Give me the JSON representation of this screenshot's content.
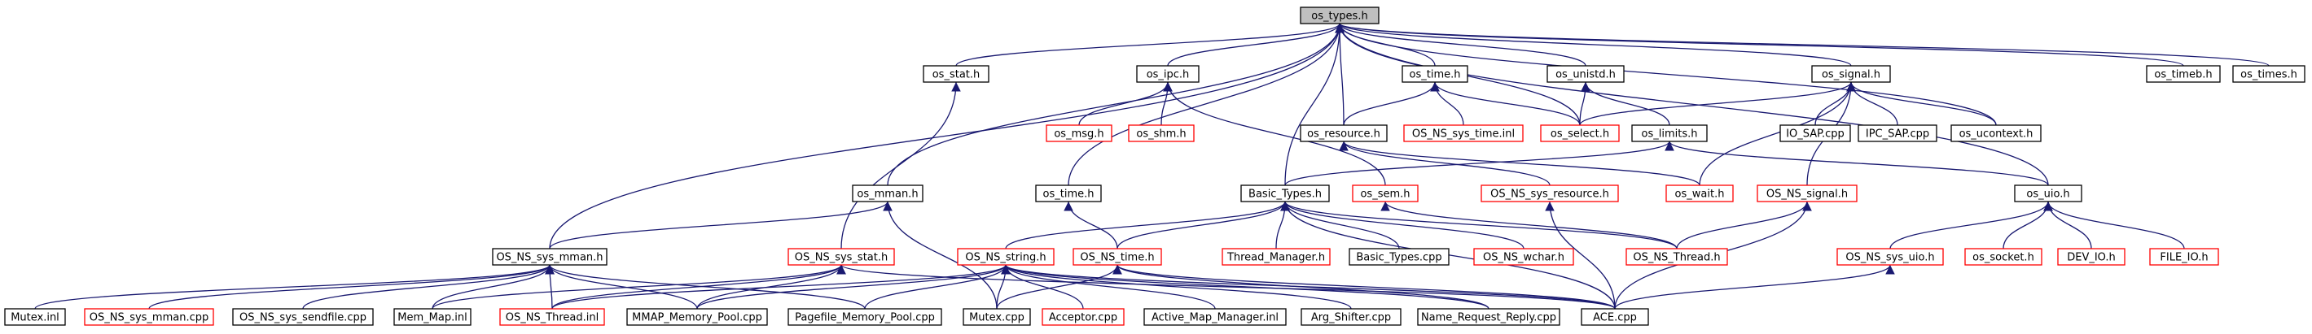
{
  "colors": {
    "background": "#ffffff",
    "edge": "#191970",
    "node_border_normal": "#000000",
    "node_border_linked": "#ff0000",
    "node_fill_normal": "#ffffff",
    "node_fill_root": "#bfbfbf"
  },
  "nodes": [
    {
      "id": "os_types_h",
      "label": "os_types.h",
      "kind": "root"
    },
    {
      "id": "os_stat_h",
      "label": "os_stat.h",
      "kind": "normal"
    },
    {
      "id": "os_ipc_h",
      "label": "os_ipc.h",
      "kind": "normal"
    },
    {
      "id": "os_time_h",
      "label": "os_time.h",
      "kind": "normal"
    },
    {
      "id": "os_unistd_h",
      "label": "os_unistd.h",
      "kind": "normal"
    },
    {
      "id": "os_signal_h",
      "label": "os_signal.h",
      "kind": "normal"
    },
    {
      "id": "os_timeb_h",
      "label": "os_timeb.h",
      "kind": "normal"
    },
    {
      "id": "os_times_h",
      "label": "os_times.h",
      "kind": "normal"
    },
    {
      "id": "os_msg_h",
      "label": "os_msg.h",
      "kind": "linked"
    },
    {
      "id": "os_shm_h",
      "label": "os_shm.h",
      "kind": "linked"
    },
    {
      "id": "os_resource_h",
      "label": "os_resource.h",
      "kind": "normal"
    },
    {
      "id": "os_ns_sys_time_inl",
      "label": "OS_NS_sys_time.inl",
      "kind": "linked"
    },
    {
      "id": "os_select_h",
      "label": "os_select.h",
      "kind": "linked"
    },
    {
      "id": "os_limits_h",
      "label": "os_limits.h",
      "kind": "normal"
    },
    {
      "id": "ipc_sap_cpp_io",
      "label": "IO_SAP.cpp",
      "kind": "normal"
    },
    {
      "id": "ipc_sap_cpp",
      "label": "IPC_SAP.cpp",
      "kind": "normal"
    },
    {
      "id": "os_ucontext_h",
      "label": "os_ucontext.h",
      "kind": "normal"
    },
    {
      "id": "os_mman_h",
      "label": "os_mman.h",
      "kind": "normal"
    },
    {
      "id": "os_time_h2",
      "label": "os_time.h",
      "kind": "normal"
    },
    {
      "id": "basic_types_h",
      "label": "Basic_Types.h",
      "kind": "normal"
    },
    {
      "id": "os_sem_h",
      "label": "os_sem.h",
      "kind": "linked"
    },
    {
      "id": "os_ns_sys_resource_h",
      "label": "OS_NS_sys_resource.h",
      "kind": "linked"
    },
    {
      "id": "os_wait_h",
      "label": "os_wait.h",
      "kind": "linked"
    },
    {
      "id": "os_ns_signal_h",
      "label": "OS_NS_signal.h",
      "kind": "linked"
    },
    {
      "id": "os_uio_h",
      "label": "os_uio.h",
      "kind": "normal"
    },
    {
      "id": "os_ns_sys_mman_h",
      "label": "OS_NS_sys_mman.h",
      "kind": "normal"
    },
    {
      "id": "os_ns_sys_stat_h",
      "label": "OS_NS_sys_stat.h",
      "kind": "linked"
    },
    {
      "id": "os_ns_string_h",
      "label": "OS_NS_string.h",
      "kind": "linked"
    },
    {
      "id": "os_ns_time_h",
      "label": "OS_NS_time.h",
      "kind": "linked"
    },
    {
      "id": "thread_manager_h",
      "label": "Thread_Manager.h",
      "kind": "linked"
    },
    {
      "id": "basic_types_cpp",
      "label": "Basic_Types.cpp",
      "kind": "normal"
    },
    {
      "id": "os_ns_wchar_h",
      "label": "OS_NS_wchar.h",
      "kind": "linked"
    },
    {
      "id": "os_ns_thread_h",
      "label": "OS_NS_Thread.h",
      "kind": "linked"
    },
    {
      "id": "os_ns_sys_uio_h",
      "label": "OS_NS_sys_uio.h",
      "kind": "linked"
    },
    {
      "id": "os_socket_h",
      "label": "os_socket.h",
      "kind": "linked"
    },
    {
      "id": "dev_io_h",
      "label": "DEV_IO.h",
      "kind": "linked"
    },
    {
      "id": "file_io_h",
      "label": "FILE_IO.h",
      "kind": "linked"
    },
    {
      "id": "mutex_inl",
      "label": "Mutex.inl",
      "kind": "normal"
    },
    {
      "id": "os_ns_sys_mman_cpp",
      "label": "OS_NS_sys_mman.cpp",
      "kind": "linked"
    },
    {
      "id": "os_ns_sys_sendfile_cpp",
      "label": "OS_NS_sys_sendfile.cpp",
      "kind": "normal"
    },
    {
      "id": "mem_map_inl",
      "label": "Mem_Map.inl",
      "kind": "normal"
    },
    {
      "id": "os_ns_thread_inl",
      "label": "OS_NS_Thread.inl",
      "kind": "linked"
    },
    {
      "id": "mmap_memory_pool_cpp",
      "label": "MMAP_Memory_Pool.cpp",
      "kind": "normal"
    },
    {
      "id": "pagefile_memory_pool_cpp",
      "label": "Pagefile_Memory_Pool.cpp",
      "kind": "normal"
    },
    {
      "id": "mutex_cpp",
      "label": "Mutex.cpp",
      "kind": "normal"
    },
    {
      "id": "acceptor_cpp",
      "label": "Acceptor.cpp",
      "kind": "linked"
    },
    {
      "id": "active_map_manager_inl",
      "label": "Active_Map_Manager.inl",
      "kind": "normal"
    },
    {
      "id": "arg_shifter_cpp",
      "label": "Arg_Shifter.cpp",
      "kind": "normal"
    },
    {
      "id": "name_request_reply_cpp",
      "label": "Name_Request_Reply.cpp",
      "kind": "normal"
    },
    {
      "id": "ace_cpp",
      "label": "ACE.cpp",
      "kind": "normal"
    }
  ],
  "edges": [
    [
      "os_stat_h",
      "os_types_h"
    ],
    [
      "os_ipc_h",
      "os_types_h"
    ],
    [
      "os_time_h",
      "os_types_h"
    ],
    [
      "os_unistd_h",
      "os_types_h"
    ],
    [
      "os_signal_h",
      "os_types_h"
    ],
    [
      "os_timeb_h",
      "os_types_h"
    ],
    [
      "os_times_h",
      "os_types_h"
    ],
    [
      "os_mman_h",
      "os_types_h"
    ],
    [
      "os_ns_sys_mman_h",
      "os_types_h"
    ],
    [
      "os_time_h2",
      "os_types_h"
    ],
    [
      "basic_types_h",
      "os_types_h"
    ],
    [
      "os_resource_h",
      "os_types_h"
    ],
    [
      "os_uio_h",
      "os_types_h"
    ],
    [
      "os_ucontext_h",
      "os_types_h"
    ],
    [
      "os_select_h",
      "os_types_h"
    ],
    [
      "os_msg_h",
      "os_ipc_h"
    ],
    [
      "os_shm_h",
      "os_ipc_h"
    ],
    [
      "os_sem_h",
      "os_ipc_h"
    ],
    [
      "os_resource_h",
      "os_time_h"
    ],
    [
      "os_ns_sys_time_inl",
      "os_time_h"
    ],
    [
      "os_select_h",
      "os_time_h"
    ],
    [
      "os_select_h",
      "os_unistd_h"
    ],
    [
      "os_limits_h",
      "os_unistd_h"
    ],
    [
      "os_select_h",
      "os_signal_h"
    ],
    [
      "ipc_sap_cpp_io",
      "os_signal_h"
    ],
    [
      "ipc_sap_cpp",
      "os_signal_h"
    ],
    [
      "os_ucontext_h",
      "os_signal_h"
    ],
    [
      "os_wait_h",
      "os_signal_h"
    ],
    [
      "os_ns_signal_h",
      "os_signal_h"
    ],
    [
      "os_ns_sys_resource_h",
      "os_resource_h"
    ],
    [
      "os_wait_h",
      "os_resource_h"
    ],
    [
      "basic_types_h",
      "os_limits_h"
    ],
    [
      "os_uio_h",
      "os_limits_h"
    ],
    [
      "os_ns_sys_stat_h",
      "os_stat_h"
    ],
    [
      "os_ns_sys_mman_h",
      "os_mman_h"
    ],
    [
      "mutex_cpp",
      "os_mman_h"
    ],
    [
      "os_ns_time_h",
      "os_time_h2"
    ],
    [
      "os_ns_string_h",
      "basic_types_h"
    ],
    [
      "os_ns_time_h",
      "basic_types_h"
    ],
    [
      "thread_manager_h",
      "basic_types_h"
    ],
    [
      "basic_types_cpp",
      "basic_types_h"
    ],
    [
      "os_ns_wchar_h",
      "basic_types_h"
    ],
    [
      "os_ns_thread_h",
      "basic_types_h"
    ],
    [
      "ace_cpp",
      "basic_types_h"
    ],
    [
      "os_ns_thread_h",
      "os_sem_h"
    ],
    [
      "ace_cpp",
      "os_ns_sys_resource_h"
    ],
    [
      "os_ns_thread_h",
      "os_ns_signal_h"
    ],
    [
      "ace_cpp",
      "os_ns_signal_h"
    ],
    [
      "os_ns_sys_uio_h",
      "os_uio_h"
    ],
    [
      "os_socket_h",
      "os_uio_h"
    ],
    [
      "dev_io_h",
      "os_uio_h"
    ],
    [
      "file_io_h",
      "os_uio_h"
    ],
    [
      "ace_cpp",
      "os_ns_sys_uio_h"
    ],
    [
      "mutex_inl",
      "os_ns_sys_mman_h"
    ],
    [
      "os_ns_sys_mman_cpp",
      "os_ns_sys_mman_h"
    ],
    [
      "os_ns_sys_sendfile_cpp",
      "os_ns_sys_mman_h"
    ],
    [
      "mem_map_inl",
      "os_ns_sys_mman_h"
    ],
    [
      "os_ns_thread_inl",
      "os_ns_sys_mman_h"
    ],
    [
      "mmap_memory_pool_cpp",
      "os_ns_sys_mman_h"
    ],
    [
      "pagefile_memory_pool_cpp",
      "os_ns_sys_mman_h"
    ],
    [
      "mem_map_inl",
      "os_ns_sys_stat_h"
    ],
    [
      "mmap_memory_pool_cpp",
      "os_ns_sys_stat_h"
    ],
    [
      "os_ns_thread_inl",
      "os_ns_sys_stat_h"
    ],
    [
      "ace_cpp",
      "os_ns_sys_stat_h"
    ],
    [
      "os_ns_thread_inl",
      "os_ns_string_h"
    ],
    [
      "mmap_memory_pool_cpp",
      "os_ns_string_h"
    ],
    [
      "pagefile_memory_pool_cpp",
      "os_ns_string_h"
    ],
    [
      "mutex_cpp",
      "os_ns_string_h"
    ],
    [
      "acceptor_cpp",
      "os_ns_string_h"
    ],
    [
      "active_map_manager_inl",
      "os_ns_string_h"
    ],
    [
      "arg_shifter_cpp",
      "os_ns_string_h"
    ],
    [
      "name_request_reply_cpp",
      "os_ns_string_h"
    ],
    [
      "ace_cpp",
      "os_ns_string_h"
    ],
    [
      "mutex_cpp",
      "os_ns_time_h"
    ],
    [
      "name_request_reply_cpp",
      "os_ns_time_h"
    ],
    [
      "ace_cpp",
      "os_ns_time_h"
    ]
  ]
}
